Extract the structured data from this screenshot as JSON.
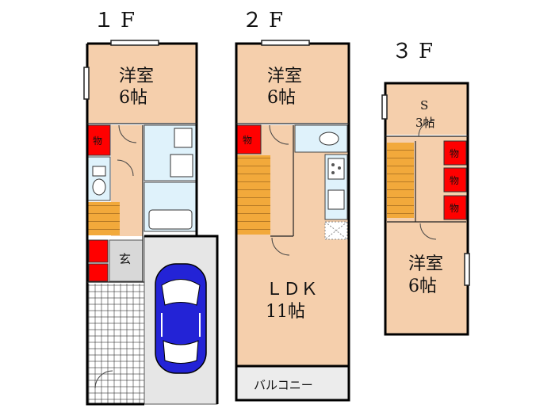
{
  "floors": {
    "f1": {
      "label": "１F",
      "room_name": "洋室",
      "room_size": "6帖",
      "closet": "物",
      "entrance": "玄"
    },
    "f2": {
      "label": "２F",
      "room_name": "洋室",
      "room_size": "6帖",
      "closet": "物",
      "ldk_name": "ＬＤＫ",
      "ldk_size": "11帖",
      "balcony": "バルコニー"
    },
    "f3": {
      "label": "３F",
      "storage_name": "S",
      "storage_size": "3帖",
      "closet_1": "物",
      "closet_2": "物",
      "closet_3": "物",
      "room_name": "洋室",
      "room_size": "6帖"
    }
  },
  "colors": {
    "room": "#f5cfac",
    "wet_area": "#dff2fb",
    "closet": "#ff0000",
    "stairs": "#f2a93b",
    "car": "#2323d6"
  }
}
